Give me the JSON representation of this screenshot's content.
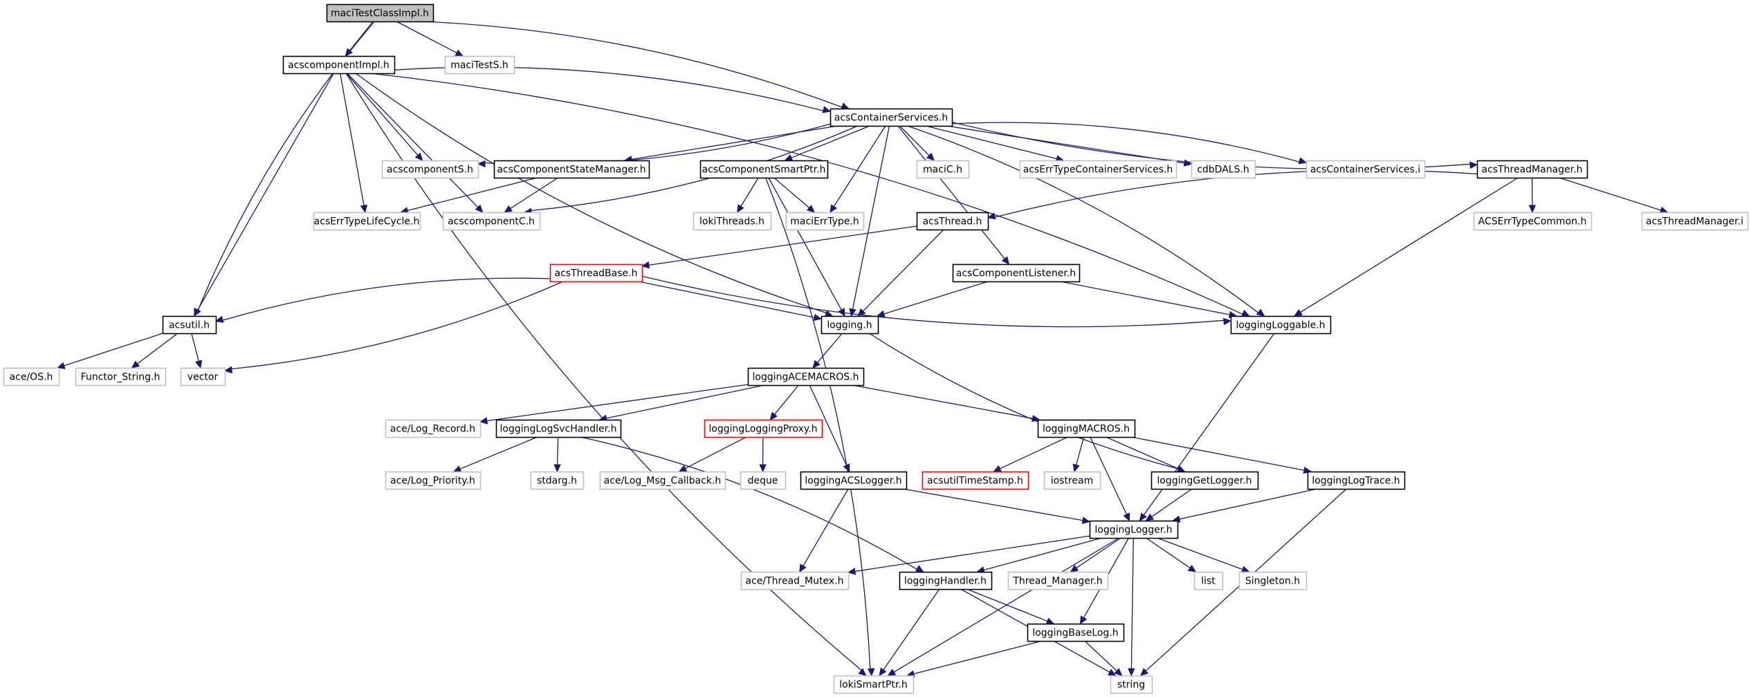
{
  "title": "Include dependency graph for maciTestClassImpl.h",
  "colors": {
    "edge": "#191970",
    "root_fill": "#bfbfbf",
    "documented_border": "#000000",
    "undocumented_border": "#bfbfbf",
    "truncated_border": "#ff0000"
  },
  "nodes": [
    {
      "id": "maciTestClassImpl",
      "label": "maciTestClassImpl.h",
      "kind": "root"
    },
    {
      "id": "acscomponentImpl",
      "label": "acscomponentImpl.h",
      "kind": "documented"
    },
    {
      "id": "maciTestS",
      "label": "maciTestS.h",
      "kind": "undocumented"
    },
    {
      "id": "acsContainerServices",
      "label": "acsContainerServices.h",
      "kind": "documented"
    },
    {
      "id": "acscomponentS",
      "label": "acscomponentS.h",
      "kind": "undocumented"
    },
    {
      "id": "acsComponentStateManager",
      "label": "acsComponentStateManager.h",
      "kind": "documented"
    },
    {
      "id": "acsComponentSmartPtr",
      "label": "acsComponentSmartPtr.h",
      "kind": "documented"
    },
    {
      "id": "maciC",
      "label": "maciC.h",
      "kind": "undocumented"
    },
    {
      "id": "acsErrTypeContainerServices",
      "label": "acsErrTypeContainerServices.h",
      "kind": "undocumented"
    },
    {
      "id": "cdbDALS",
      "label": "cdbDALS.h",
      "kind": "undocumented"
    },
    {
      "id": "acsContainerServicesI",
      "label": "acsContainerServices.i",
      "kind": "undocumented"
    },
    {
      "id": "acsThreadManager",
      "label": "acsThreadManager.h",
      "kind": "documented"
    },
    {
      "id": "acsErrTypeLifeCycle",
      "label": "acsErrTypeLifeCycle.h",
      "kind": "undocumented"
    },
    {
      "id": "acscomponentC",
      "label": "acscomponentC.h",
      "kind": "undocumented"
    },
    {
      "id": "lokiThreads",
      "label": "lokiThreads.h",
      "kind": "undocumented"
    },
    {
      "id": "maciErrType",
      "label": "maciErrType.h",
      "kind": "undocumented"
    },
    {
      "id": "acsThread",
      "label": "acsThread.h",
      "kind": "documented"
    },
    {
      "id": "ACSErrTypeCommon",
      "label": "ACSErrTypeCommon.h",
      "kind": "undocumented"
    },
    {
      "id": "acsThreadManagerI",
      "label": "acsThreadManager.i",
      "kind": "undocumented"
    },
    {
      "id": "acsThreadBase",
      "label": "acsThreadBase.h",
      "kind": "truncated"
    },
    {
      "id": "acsComponentListener",
      "label": "acsComponentListener.h",
      "kind": "documented"
    },
    {
      "id": "acsutil",
      "label": "acsutil.h",
      "kind": "documented"
    },
    {
      "id": "logging",
      "label": "logging.h",
      "kind": "documented"
    },
    {
      "id": "loggingLoggable",
      "label": "loggingLoggable.h",
      "kind": "documented"
    },
    {
      "id": "aceOS",
      "label": "ace/OS.h",
      "kind": "undocumented"
    },
    {
      "id": "FunctorString",
      "label": "Functor_String.h",
      "kind": "undocumented"
    },
    {
      "id": "vector",
      "label": "vector",
      "kind": "undocumented"
    },
    {
      "id": "loggingACEMACROS",
      "label": "loggingACEMACROS.h",
      "kind": "documented"
    },
    {
      "id": "aceLogRecord",
      "label": "ace/Log_Record.h",
      "kind": "undocumented"
    },
    {
      "id": "loggingLogSvcHandler",
      "label": "loggingLogSvcHandler.h",
      "kind": "documented"
    },
    {
      "id": "loggingLoggingProxy",
      "label": "loggingLoggingProxy.h",
      "kind": "truncated"
    },
    {
      "id": "loggingMACROS",
      "label": "loggingMACROS.h",
      "kind": "documented"
    },
    {
      "id": "aceLogPriority",
      "label": "ace/Log_Priority.h",
      "kind": "undocumented"
    },
    {
      "id": "stdarg",
      "label": "stdarg.h",
      "kind": "undocumented"
    },
    {
      "id": "aceLogMsgCallback",
      "label": "ace/Log_Msg_Callback.h",
      "kind": "undocumented"
    },
    {
      "id": "deque",
      "label": "deque",
      "kind": "undocumented"
    },
    {
      "id": "loggingACSLogger",
      "label": "loggingACSLogger.h",
      "kind": "documented"
    },
    {
      "id": "acsutilTimeStamp",
      "label": "acsutilTimeStamp.h",
      "kind": "truncated"
    },
    {
      "id": "iostream",
      "label": "iostream",
      "kind": "undocumented"
    },
    {
      "id": "loggingGetLogger",
      "label": "loggingGetLogger.h",
      "kind": "documented"
    },
    {
      "id": "loggingLogTrace",
      "label": "loggingLogTrace.h",
      "kind": "documented"
    },
    {
      "id": "loggingLogger",
      "label": "loggingLogger.h",
      "kind": "documented"
    },
    {
      "id": "aceThreadMutex",
      "label": "ace/Thread_Mutex.h",
      "kind": "undocumented"
    },
    {
      "id": "loggingHandler",
      "label": "loggingHandler.h",
      "kind": "documented"
    },
    {
      "id": "ThreadManager",
      "label": "Thread_Manager.h",
      "kind": "undocumented"
    },
    {
      "id": "list",
      "label": "list",
      "kind": "undocumented"
    },
    {
      "id": "Singleton",
      "label": "Singleton.h",
      "kind": "undocumented"
    },
    {
      "id": "loggingBaseLog",
      "label": "loggingBaseLog.h",
      "kind": "documented"
    },
    {
      "id": "lokiSmartPtr",
      "label": "lokiSmartPtr.h",
      "kind": "undocumented"
    },
    {
      "id": "string",
      "label": "string",
      "kind": "undocumented"
    }
  ],
  "edges": [
    [
      "maciTestClassImpl",
      "acscomponentImpl"
    ],
    [
      "maciTestClassImpl",
      "maciTestS"
    ],
    [
      "maciTestClassImpl",
      "acsContainerServices"
    ],
    [
      "maciTestClassImpl",
      "acsutil"
    ],
    [
      "acscomponentImpl",
      "acsContainerServices"
    ],
    [
      "acscomponentImpl",
      "acscomponentS"
    ],
    [
      "acscomponentImpl",
      "acsErrTypeLifeCycle"
    ],
    [
      "acscomponentImpl",
      "acscomponentC"
    ],
    [
      "acscomponentImpl",
      "acsutil"
    ],
    [
      "acscomponentImpl",
      "logging"
    ],
    [
      "acscomponentImpl",
      "loggingLoggable"
    ],
    [
      "acscomponentImpl",
      "lokiSmartPtr"
    ],
    [
      "acsContainerServices",
      "acscomponentS"
    ],
    [
      "acsContainerServices",
      "acsComponentStateManager"
    ],
    [
      "acsContainerServices",
      "acsComponentSmartPtr"
    ],
    [
      "acsContainerServices",
      "maciC"
    ],
    [
      "acsContainerServices",
      "acsErrTypeContainerServices"
    ],
    [
      "acsContainerServices",
      "cdbDALS"
    ],
    [
      "acsContainerServices",
      "acsContainerServicesI"
    ],
    [
      "acsContainerServices",
      "acsThreadManager"
    ],
    [
      "acsContainerServices",
      "acscomponentC"
    ],
    [
      "acsContainerServices",
      "maciErrType"
    ],
    [
      "acsContainerServices",
      "logging"
    ],
    [
      "acsContainerServices",
      "acsComponentListener"
    ],
    [
      "acsContainerServices",
      "loggingLoggable"
    ],
    [
      "acsComponentStateManager",
      "acsErrTypeLifeCycle"
    ],
    [
      "acsComponentStateManager",
      "acscomponentC"
    ],
    [
      "acsComponentSmartPtr",
      "lokiThreads"
    ],
    [
      "acsComponentSmartPtr",
      "maciErrType"
    ],
    [
      "acsComponentSmartPtr",
      "logging"
    ],
    [
      "acsComponentSmartPtr",
      "lokiSmartPtr"
    ],
    [
      "acsThreadManager",
      "acsThread"
    ],
    [
      "acsThreadManager",
      "ACSErrTypeCommon"
    ],
    [
      "acsThreadManager",
      "acsThreadManagerI"
    ],
    [
      "acsThreadManager",
      "loggingLoggable"
    ],
    [
      "acsThread",
      "acsThreadBase"
    ],
    [
      "acsThread",
      "logging"
    ],
    [
      "acsThreadBase",
      "acsutil"
    ],
    [
      "acsThreadBase",
      "logging"
    ],
    [
      "acsThreadBase",
      "loggingLoggable"
    ],
    [
      "acsThreadBase",
      "vector"
    ],
    [
      "acsComponentListener",
      "logging"
    ],
    [
      "acsComponentListener",
      "loggingLoggable"
    ],
    [
      "acsutil",
      "aceOS"
    ],
    [
      "acsutil",
      "FunctorString"
    ],
    [
      "acsutil",
      "vector"
    ],
    [
      "logging",
      "loggingACEMACROS"
    ],
    [
      "logging",
      "loggingGetLogger"
    ],
    [
      "loggingLoggable",
      "loggingLogger"
    ],
    [
      "loggingACEMACROS",
      "aceLogRecord"
    ],
    [
      "loggingACEMACROS",
      "loggingLogSvcHandler"
    ],
    [
      "loggingACEMACROS",
      "loggingLoggingProxy"
    ],
    [
      "loggingACEMACROS",
      "loggingACSLogger"
    ],
    [
      "loggingACEMACROS",
      "loggingMACROS"
    ],
    [
      "loggingLogSvcHandler",
      "aceLogPriority"
    ],
    [
      "loggingLogSvcHandler",
      "stdarg"
    ],
    [
      "loggingLogSvcHandler",
      "loggingHandler"
    ],
    [
      "loggingLoggingProxy",
      "aceLogMsgCallback"
    ],
    [
      "loggingLoggingProxy",
      "deque"
    ],
    [
      "loggingMACROS",
      "acsutilTimeStamp"
    ],
    [
      "loggingMACROS",
      "iostream"
    ],
    [
      "loggingMACROS",
      "loggingGetLogger"
    ],
    [
      "loggingMACROS",
      "loggingLogTrace"
    ],
    [
      "loggingMACROS",
      "loggingLogger"
    ],
    [
      "loggingACSLogger",
      "loggingLogger"
    ],
    [
      "loggingACSLogger",
      "aceThreadMutex"
    ],
    [
      "loggingGetLogger",
      "loggingLogger"
    ],
    [
      "loggingLogTrace",
      "loggingLogger"
    ],
    [
      "loggingLogTrace",
      "string"
    ],
    [
      "loggingLogger",
      "aceThreadMutex"
    ],
    [
      "loggingLogger",
      "loggingHandler"
    ],
    [
      "loggingLogger",
      "ThreadManager"
    ],
    [
      "loggingLogger",
      "list"
    ],
    [
      "loggingLogger",
      "Singleton"
    ],
    [
      "loggingLogger",
      "loggingBaseLog"
    ],
    [
      "loggingLogger",
      "string"
    ],
    [
      "loggingLogger",
      "lokiSmartPtr"
    ],
    [
      "loggingHandler",
      "loggingBaseLog"
    ],
    [
      "loggingHandler",
      "lokiSmartPtr"
    ],
    [
      "loggingHandler",
      "string"
    ],
    [
      "loggingBaseLog",
      "lokiSmartPtr"
    ],
    [
      "loggingBaseLog",
      "string"
    ]
  ]
}
